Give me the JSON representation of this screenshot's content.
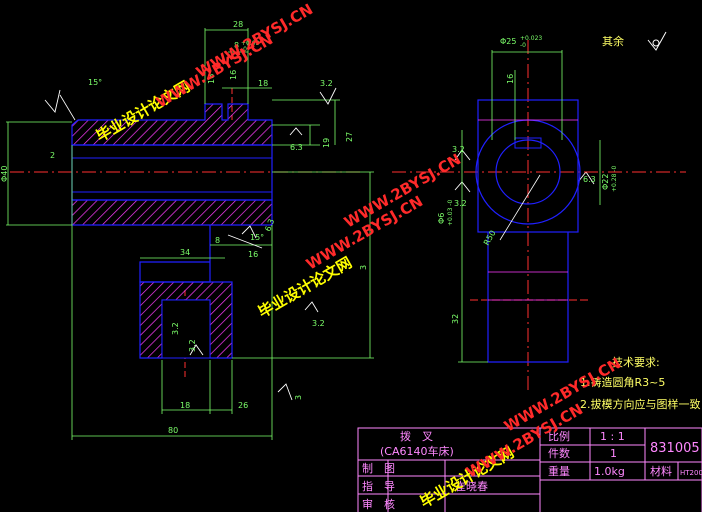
{
  "dims": {
    "d28": "28",
    "d8tol": "8",
    "d8tol_up": "+0.03",
    "d8tol_lo": "-0",
    "d16a": "16",
    "d16b": "16",
    "d18": "18",
    "d15deg": "15°",
    "d32a": "3.2",
    "d19": "19",
    "d27": "27",
    "d2": "2",
    "d40": "Φ40",
    "d63a": "6.3",
    "d34": "34",
    "d8b": "8",
    "d16c": "16",
    "d15deg2": "15°",
    "d32b": "3.2",
    "d32c": "3.2",
    "d32d": "3.2",
    "d18b": "18",
    "d26": "26",
    "d80": "80",
    "d3x": "3",
    "d63b": "6.3",
    "d63c": "6.3",
    "d25": "Φ25",
    "d25_up": "+0.023",
    "d25_lo": "-0",
    "d16r": "16",
    "d32r1": "3.2",
    "d32r2": "3.2",
    "d6tol": "Φ6",
    "d6tol_tol": "+0.03 -0",
    "dR50": "R50",
    "d22": "Φ22",
    "d22_tol": "+0.28 -0",
    "d63r": "6.3",
    "d32r": "32",
    "d3h": "3"
  },
  "notes": {
    "rest_label": "其余",
    "tech_title": "技术要求:",
    "tech_1": "1.铸造圆角R3~5",
    "tech_2": "2.拔模方向应与图样一致"
  },
  "title_block": {
    "part_name": "拨　叉",
    "model": "(CA6140车床)",
    "scale_label": "比例",
    "scale_value": "1 : 1",
    "drawing_no": "831005",
    "qty_label": "件数",
    "qty_value": "1",
    "weight_label": "重量",
    "weight_value": "1.0kg",
    "material_label": "材料",
    "material_value": "HT200",
    "draw_label": "制　图",
    "guide_label": "指　导",
    "guide_value": "崔晓春",
    "review_label": "审　核"
  },
  "watermarks": {
    "site": "WWW.2BYSJ.CN",
    "cn": "毕业设计论文网"
  },
  "colors": {
    "background": "#000000",
    "outline": "#2020ff",
    "hatch": "#ff3cff",
    "centerline": "#ff3030",
    "dimension": "#7cff6a",
    "note_text": "#ffff66",
    "watermark_red": "#ff2a2a",
    "watermark_yellow": "#ffff00",
    "title_block": "#ff88ff"
  }
}
